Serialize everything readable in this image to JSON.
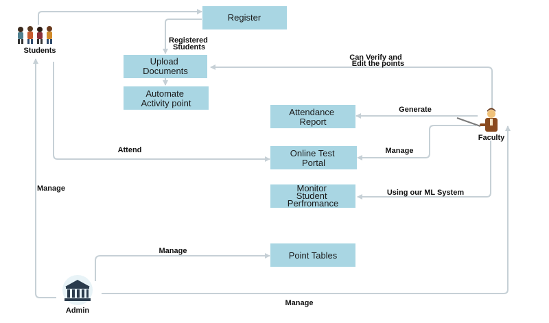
{
  "colors": {
    "node_fill": "#a9d6e3",
    "arrow": "#c6d0d6",
    "text": "#111111"
  },
  "actors": {
    "students": {
      "label": "Students",
      "icon": "students-group-icon"
    },
    "faculty": {
      "label": "Faculty",
      "icon": "teacher-pointer-icon"
    },
    "admin": {
      "label": "Admin",
      "icon": "bank-building-icon"
    }
  },
  "nodes": {
    "register": {
      "lines": [
        "Register"
      ]
    },
    "upload_documents": {
      "lines": [
        "Upload",
        "Documents"
      ]
    },
    "automate_activity_point": {
      "lines": [
        "Automate",
        "Activity point"
      ]
    },
    "attendance_report": {
      "lines": [
        "Attendance",
        "Report"
      ]
    },
    "online_test_portal": {
      "lines": [
        "Online Test",
        "Portal"
      ]
    },
    "monitor_student_performance": {
      "lines": [
        "Monitor",
        "Student",
        "Perfromance"
      ]
    },
    "point_tables": {
      "lines": [
        "Point Tables"
      ]
    }
  },
  "edge_labels": {
    "registered_students": [
      "Registered",
      "Students"
    ],
    "can_verify": [
      "Can Verify and",
      "Edit the points"
    ],
    "generate": [
      "Generate"
    ],
    "manage_portal": [
      "Manage"
    ],
    "attend": [
      "Attend"
    ],
    "ml_system": [
      "Using our ML System"
    ],
    "manage_students": [
      "Manage"
    ],
    "manage_point_tables": [
      "Manage"
    ],
    "manage_faculty": [
      "Manage"
    ]
  }
}
